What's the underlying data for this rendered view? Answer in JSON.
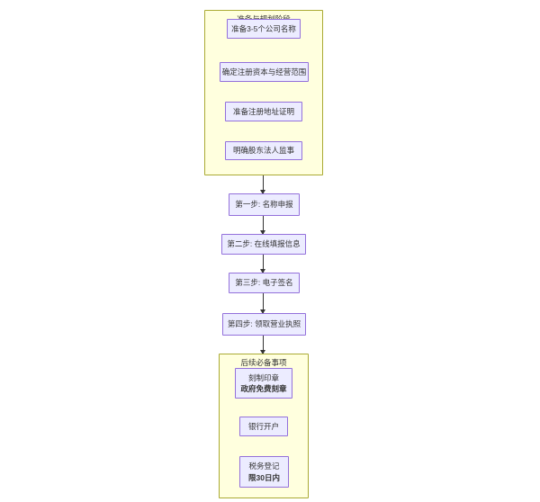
{
  "flow": {
    "phase1": {
      "title": "准备与规划阶段",
      "items": [
        "准备3-5个公司名称",
        "确定注册资本与经营范围",
        "准备注册地址证明",
        "明确股东法人监事"
      ]
    },
    "steps": [
      "第一步: 名称申报",
      "第二步: 在线填报信息",
      "第三步: 电子签名",
      "第四步: 领取营业执照"
    ],
    "phase2": {
      "title": "后续必备事项",
      "items": [
        {
          "line1": "刻制印章",
          "line2": "政府免费刻章"
        },
        {
          "line1": "银行开户"
        },
        {
          "line1": "税务登记",
          "line2": "限30日内"
        }
      ]
    }
  },
  "colors": {
    "node_fill": "#ECECFF",
    "node_border": "#9370DB",
    "group_fill": "#FFFFDE",
    "group_border": "#AAAA33",
    "edge": "#333333",
    "text": "#333333",
    "background": "#FFFFFF"
  }
}
